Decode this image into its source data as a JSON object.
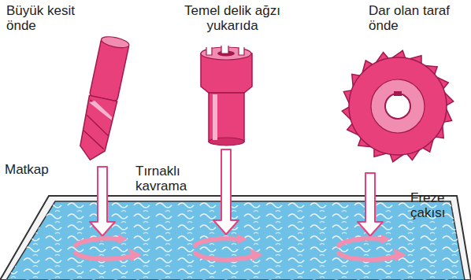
{
  "diagram": {
    "labels": [
      "Büyük kesit önde",
      "Temel delik ağzı yukarıda",
      "Dar olan taraf önde",
      "Matkap",
      "Tırnaklı kavrama",
      "Freze çakısı"
    ]
  }
}
